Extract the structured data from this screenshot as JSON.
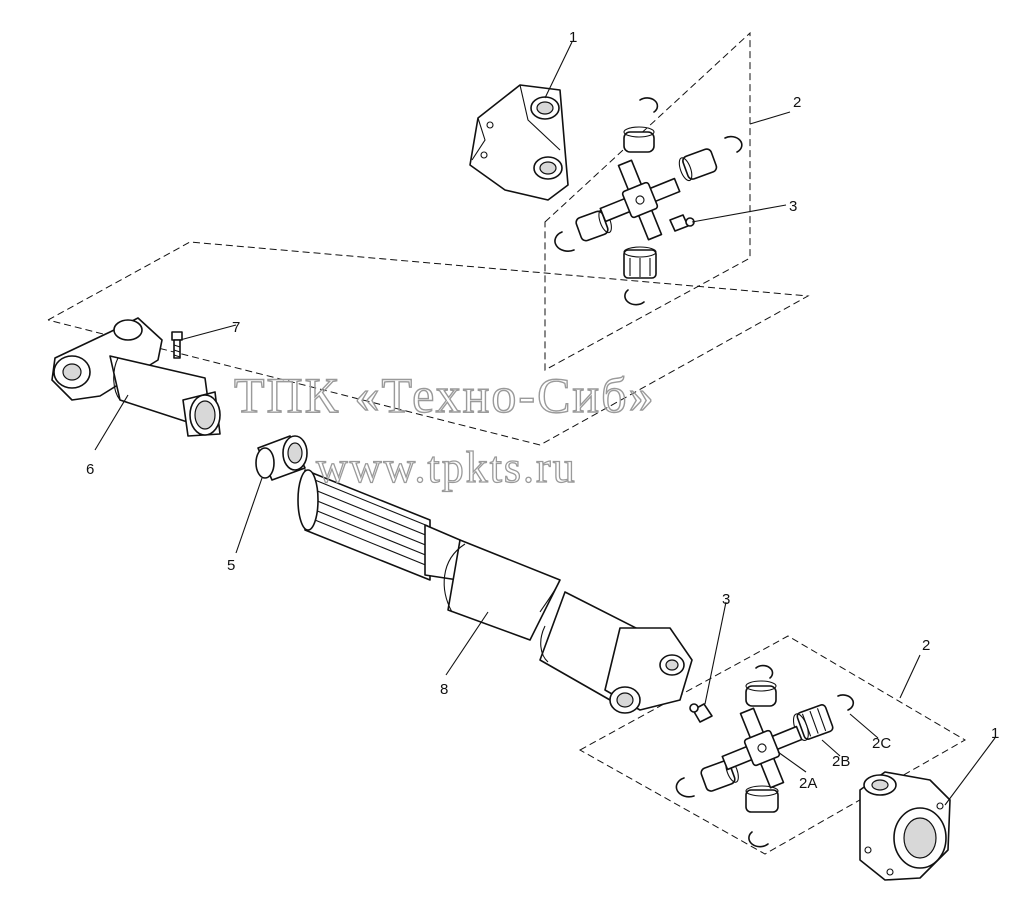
{
  "watermark": {
    "line1": "ТПК «Техно-Сиб»",
    "line2": "www.tpkts.ru"
  },
  "callouts": {
    "yoke_top": "1",
    "kit_top": "2",
    "grease_top": "3",
    "slip_yoke": "6",
    "bolt": "7",
    "seal": "5",
    "tube": "8",
    "grease_bottom": "3",
    "kit_bottom": "2",
    "yoke_bottom": "1",
    "spider": "2A",
    "bearing": "2B",
    "snap_ring": "2C"
  }
}
